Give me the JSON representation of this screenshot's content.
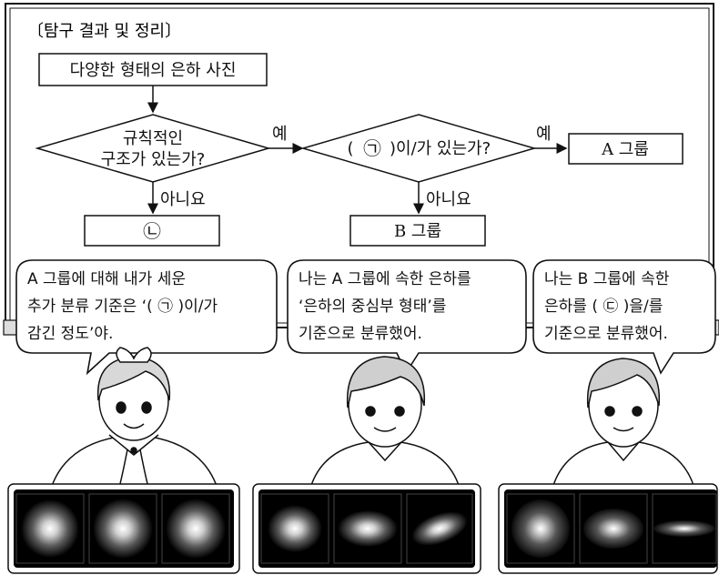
{
  "board": {
    "title": "〔탐구 결과 및 정리〕"
  },
  "flow": {
    "start": "다양한 형태의 은하 사진",
    "q1_line1": "규칙적인",
    "q1_line2": "구조가 있는가?",
    "yes1": "예",
    "no1": "아니요",
    "q2_symbol": "㉠",
    "q2_text": ")이/가 있는가?",
    "q2_open": "(",
    "yes2": "예",
    "no2": "아니요",
    "box_c": "㉡",
    "box_b": "B 그룹",
    "box_a": "A 그룹"
  },
  "bubbles": {
    "left": {
      "line1": "A 그룹에 대해 내가 세운",
      "line2": "추가 분류 기준은 ‘( ㉠ )이/가",
      "line3": "감긴 정도’야."
    },
    "middle": {
      "line1": "나는 A 그룹에 속한 은하를",
      "line2": "‘은하의 중심부 형태’를",
      "line3": "기준으로 분류했어."
    },
    "right": {
      "line1": "나는 B 그룹에 속한",
      "line2": "은하를 ( ㉢ )을/를",
      "line3": "기준으로 분류했어."
    }
  },
  "colors": {
    "line": "#111111",
    "board_frame": "#9a9a9a",
    "panel": "#000000"
  }
}
